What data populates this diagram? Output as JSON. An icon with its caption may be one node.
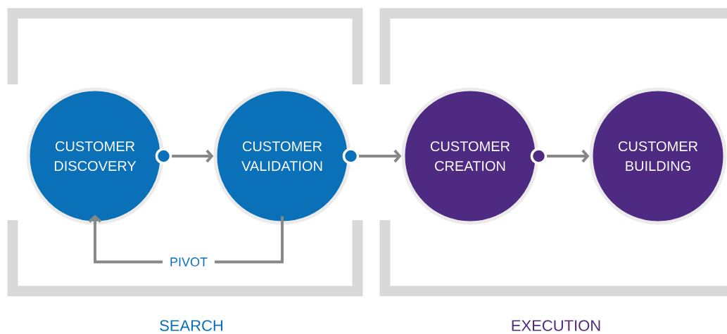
{
  "diagram": {
    "nodes": [
      {
        "text": [
          "SEARCH"
        ]
      },
      {
        "text": [
          "CUSTOMER DISCOVERY"
        ],
        "in": 0
      },
      {
        "text": [
          "CUSTOMER VALIDATION"
        ],
        "in": 0
      },
      {
        "text": [
          "EXECUTION"
        ]
      },
      {
        "text": [
          "CUSTOMER CREATION"
        ],
        "in": 3
      },
      {
        "text": [
          "CUSTOMER BUILDING"
        ],
        "in": 3
      }
    ],
    "edges": [
      {
        "from": 1,
        "to": 2,
        "arrow": "to"
      },
      {
        "from": 2,
        "to": 4,
        "arrow": "to"
      },
      {
        "from": 4,
        "to": 5,
        "arrow": "to"
      },
      {
        "from": 2,
        "to": 1,
        "arrow": "to",
        "label": "PIVOT"
      }
    ]
  }
}
